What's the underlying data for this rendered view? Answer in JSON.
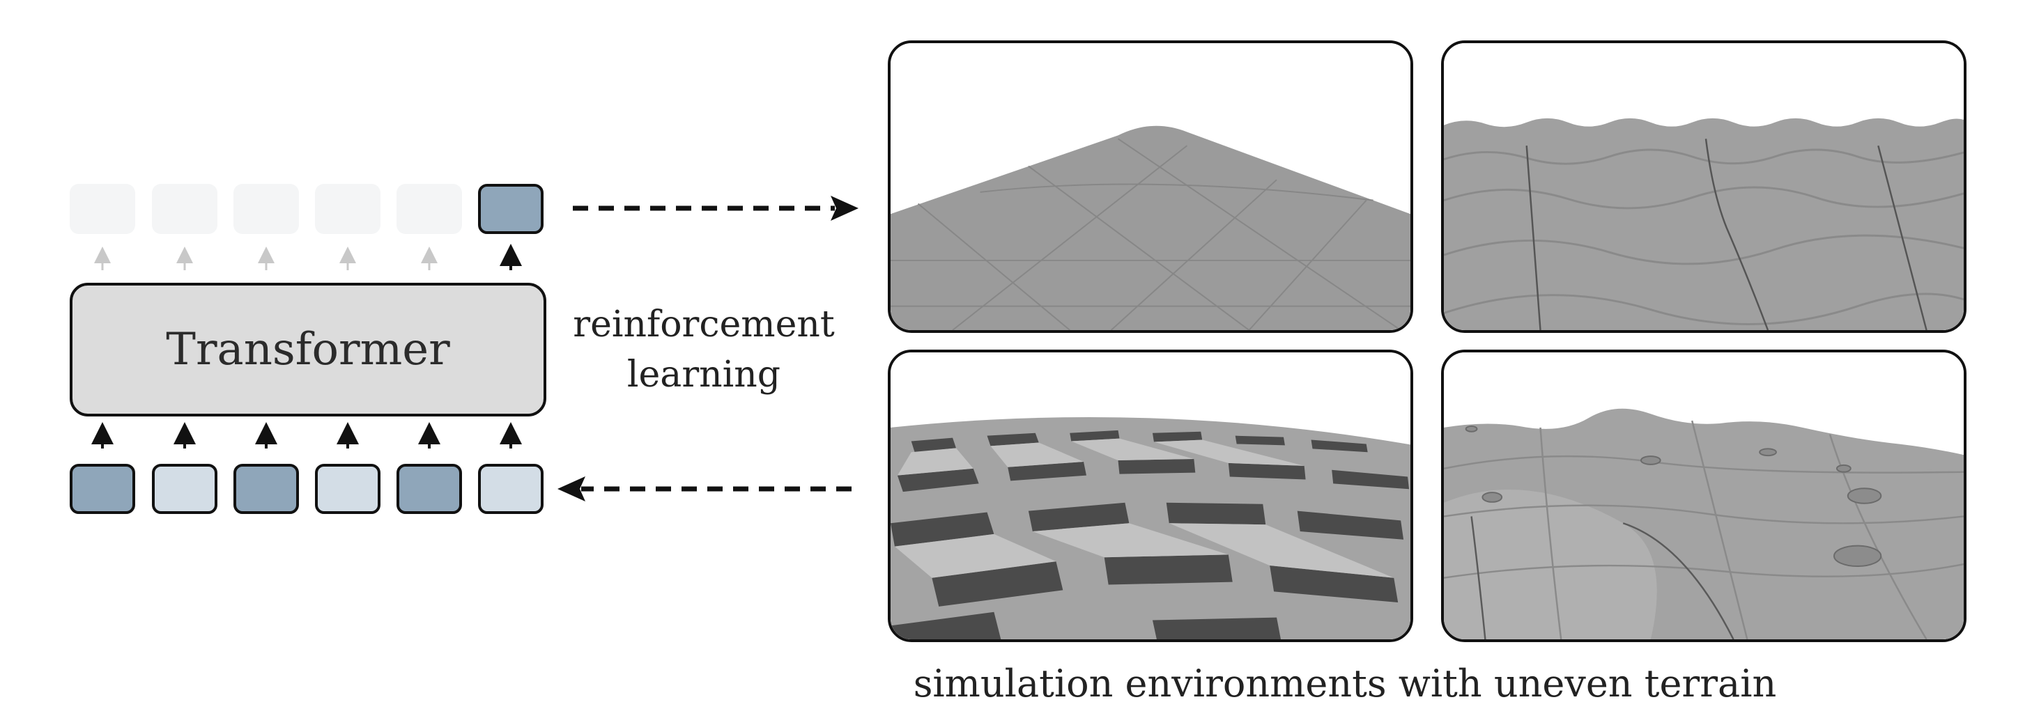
{
  "model": {
    "label": "Transformer"
  },
  "method_label": {
    "line1": "reinforcement",
    "line2": "learning"
  },
  "caption": "simulation environments with uneven terrain",
  "colors": {
    "token_dark": "#8fa6ba",
    "token_light": "#d3dde6",
    "token_faded": "#f4f5f6",
    "transformer_fill": "#dcdcdc",
    "terrain": "#9a9a9a"
  },
  "input_tokens": [
    "dark",
    "light",
    "dark",
    "light",
    "dark",
    "light"
  ],
  "output_tokens": [
    "faded",
    "faded",
    "faded",
    "faded",
    "faded",
    "active"
  ],
  "terrains": [
    "hill",
    "waves",
    "stepping-blocks",
    "rough-with-craters"
  ]
}
